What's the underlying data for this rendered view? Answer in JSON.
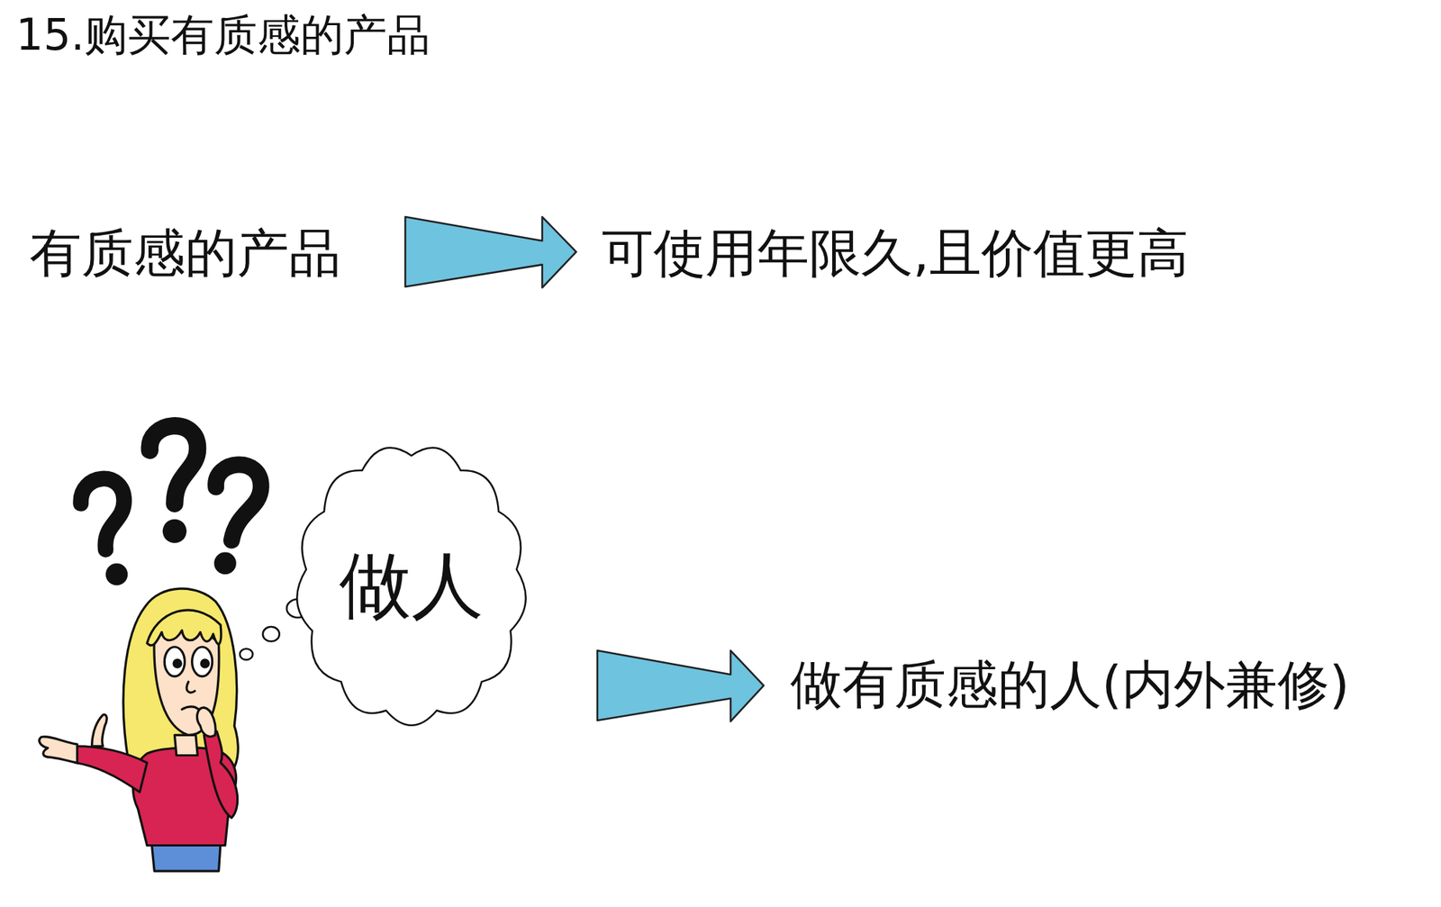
{
  "diagram": {
    "title": "15.购买有质感的产品",
    "nodes": [
      {
        "text": [
          "做人"
        ]
      }
    ],
    "labels": [
      "有质感的产品",
      "可使用年限久,且价值更高",
      "做有质感的人(内外兼修)"
    ]
  }
}
